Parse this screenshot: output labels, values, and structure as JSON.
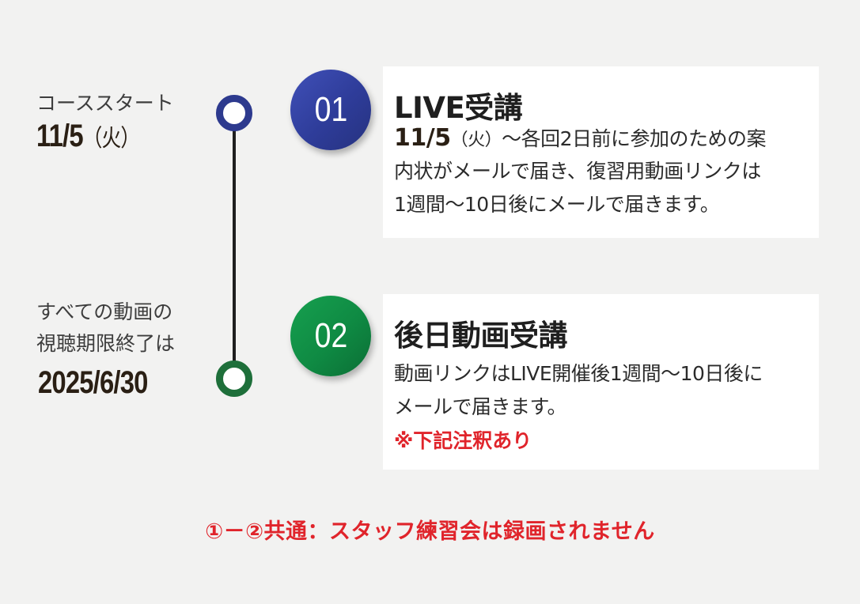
{
  "left": {
    "start_label": "コーススタート",
    "start_date": "11/5",
    "start_day": "（火）",
    "end_label_line1": "すべての動画の",
    "end_label_line2": "視聴期限終了は",
    "end_date": "2025/6/30"
  },
  "steps": [
    {
      "number": "01",
      "title": "LIVE受講",
      "date": "11/5",
      "day": "（火）",
      "line1_rest": "〜各回2日前に参加のための案",
      "line2": "内状がメールで届き、復習用動画リンクは",
      "line3": "1週間〜10日後にメールで届きます。"
    },
    {
      "number": "02",
      "title": "後日動画受講",
      "line1": "動画リンクはLIVE開催後1週間〜10日後に",
      "line2": "メールで届きます。",
      "note": "※下記注釈あり"
    }
  ],
  "footer_note": "①－②共通：スタッフ練習会は録画されません",
  "colors": {
    "background": "#f2f2f1",
    "blue": "#2d3a8e",
    "green": "#1e6f3a",
    "red": "#e0242b"
  }
}
